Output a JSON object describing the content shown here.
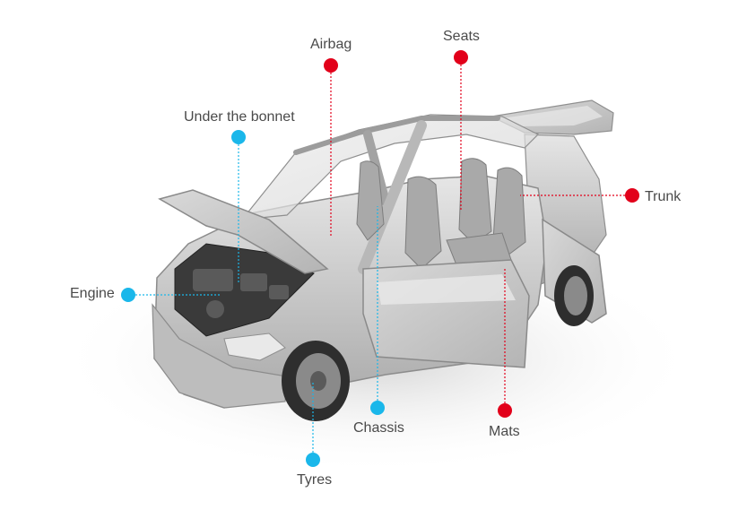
{
  "diagram": {
    "colors": {
      "exterior": "#1ab7ea",
      "interior": "#e2001a",
      "label_text": "#4a4a4a"
    },
    "callouts": [
      {
        "id": "airbag",
        "label": "Airbag",
        "group": "interior"
      },
      {
        "id": "seats",
        "label": "Seats",
        "group": "interior"
      },
      {
        "id": "under-the-bonnet",
        "label": "Under the bonnet",
        "group": "exterior"
      },
      {
        "id": "trunk",
        "label": "Trunk",
        "group": "interior"
      },
      {
        "id": "engine",
        "label": "Engine",
        "group": "exterior"
      },
      {
        "id": "chassis",
        "label": "Chassis",
        "group": "exterior"
      },
      {
        "id": "mats",
        "label": "Mats",
        "group": "interior"
      },
      {
        "id": "tyres",
        "label": "Tyres",
        "group": "exterior"
      }
    ]
  }
}
